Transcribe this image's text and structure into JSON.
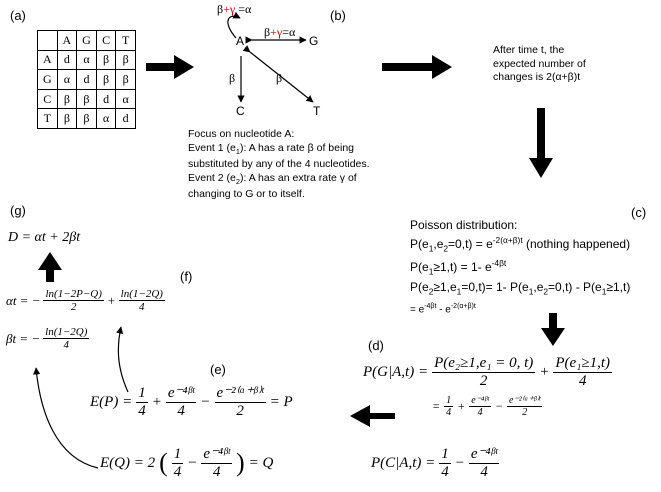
{
  "labels": {
    "a": "(a)",
    "b": "(b)",
    "c": "(c)",
    "d": "(d)",
    "e": "(e)",
    "f": "(f)",
    "g": "(g)"
  },
  "matrix": {
    "header": [
      "",
      "A",
      "G",
      "C",
      "T"
    ],
    "rows": [
      [
        "A",
        "d",
        "α",
        "β",
        "β"
      ],
      [
        "G",
        "α",
        "d",
        "β",
        "β"
      ],
      [
        "C",
        "β",
        "β",
        "d",
        "α"
      ],
      [
        "T",
        "β",
        "β",
        "α",
        "d"
      ]
    ]
  },
  "graph": {
    "loop_label_pre": "β",
    "loop_label_red": "+γ",
    "loop_label_post": " =α",
    "ag_label_pre": "β",
    "ag_label_red": "+γ",
    "ag_label_post": "=α",
    "node_a": "A",
    "node_g": "G",
    "node_c": "C",
    "node_t": "T",
    "ac_label": "β",
    "at_label": "β"
  },
  "focus": {
    "l1": "Focus on nucleotide A:",
    "l2_pre": "Event 1 (e",
    "l2_sub": "1",
    "l2_post": "): A has a rate β of being",
    "l3": "substituted  by any of the 4 nucleotides.",
    "l4_pre": "Event 2 (e",
    "l4_sub": "2",
    "l4_post": "): A has an extra rate γ of",
    "l5": "changing to G or to itself."
  },
  "after": {
    "l1": "After time t, the",
    "l2": "expected number of",
    "l3": "changes is 2(α+β)t"
  },
  "poisson": {
    "title": "Poisson distribution:",
    "p1a": "P(e",
    "p1s1": "1",
    "p1b": ",e",
    "p1s2": "2",
    "p1c": "=0,t) = e",
    "p1sup": "-2(α+β)t",
    "p1d": " (nothing happened)",
    "p2a": "P(e",
    "p2s1": "1",
    "p2b": "≥1,t) = 1- e",
    "p2sup": "-4βt",
    "p3a": "P(e",
    "p3s1": "2",
    "p3b": "≥1,e",
    "p3s2": "1",
    "p3c": "=0,t)= 1- P(e",
    "p3s3": "1",
    "p3d": ",e",
    "p3s4": "2",
    "p3e": "=0,t) - P(e",
    "p3s5": "1",
    "p3f": "≥1,t)",
    "p4a": "= e",
    "p4sup1": "-4βt",
    "p4b": " - e",
    "p4sup2": "-2(α+β)t"
  },
  "eq_d": {
    "lhs": "P(G|A,t) =",
    "f1_num": "P(e₂≥1,e₁ = 0, t)",
    "f1_den": "2",
    "plus": "+",
    "f2_num": "P(e₁≥1,t)",
    "f2_den": "4",
    "r2_eq": "=",
    "r2_f1_num": "1",
    "r2_f1_den": "4",
    "r2_plus": "+",
    "r2_f2_num": "e⁻⁴ᵝᵗ",
    "r2_f2_den": "4",
    "r2_minus": "−",
    "r2_f3_num": "e⁻²⁽ᵅ⁺ᵝ⁾ᵗ",
    "r2_f3_den": "2",
    "c_lhs": "P(C|A,t) =",
    "c_f1_num": "1",
    "c_f1_den": "4",
    "c_minus": "−",
    "c_f2_num": "e⁻⁴ᵝᵗ",
    "c_f2_den": "4"
  },
  "eq_e": {
    "ep_lhs": "E(P) =",
    "ep_f1_num": "1",
    "ep_f1_den": "4",
    "ep_plus": "+",
    "ep_f2_num": "e⁻⁴ᵝᵗ",
    "ep_f2_den": "4",
    "ep_minus": "−",
    "ep_f3_num": "e⁻²⁽ᵅ⁺ᵝ⁾ᵗ",
    "ep_f3_den": "2",
    "ep_rhs": "= P",
    "eq_lhs": "E(Q) = 2",
    "eq_f1_num": "1",
    "eq_f1_den": "4",
    "eq_minus": "−",
    "eq_f2_num": "e⁻⁴ᵝᵗ",
    "eq_f2_den": "4",
    "eq_rhs": "= Q"
  },
  "eq_f": {
    "alpha_lhs": "αt = −",
    "a_f1_num": "ln(1−2P−Q)",
    "a_f1_den": "2",
    "a_plus": "+",
    "a_f2_num": "ln(1−2Q)",
    "a_f2_den": "4",
    "beta_lhs": "βt = −",
    "b_f1_num": "ln(1−2Q)",
    "b_f1_den": "4"
  },
  "eq_g": {
    "text": "D = αt + 2βt"
  }
}
